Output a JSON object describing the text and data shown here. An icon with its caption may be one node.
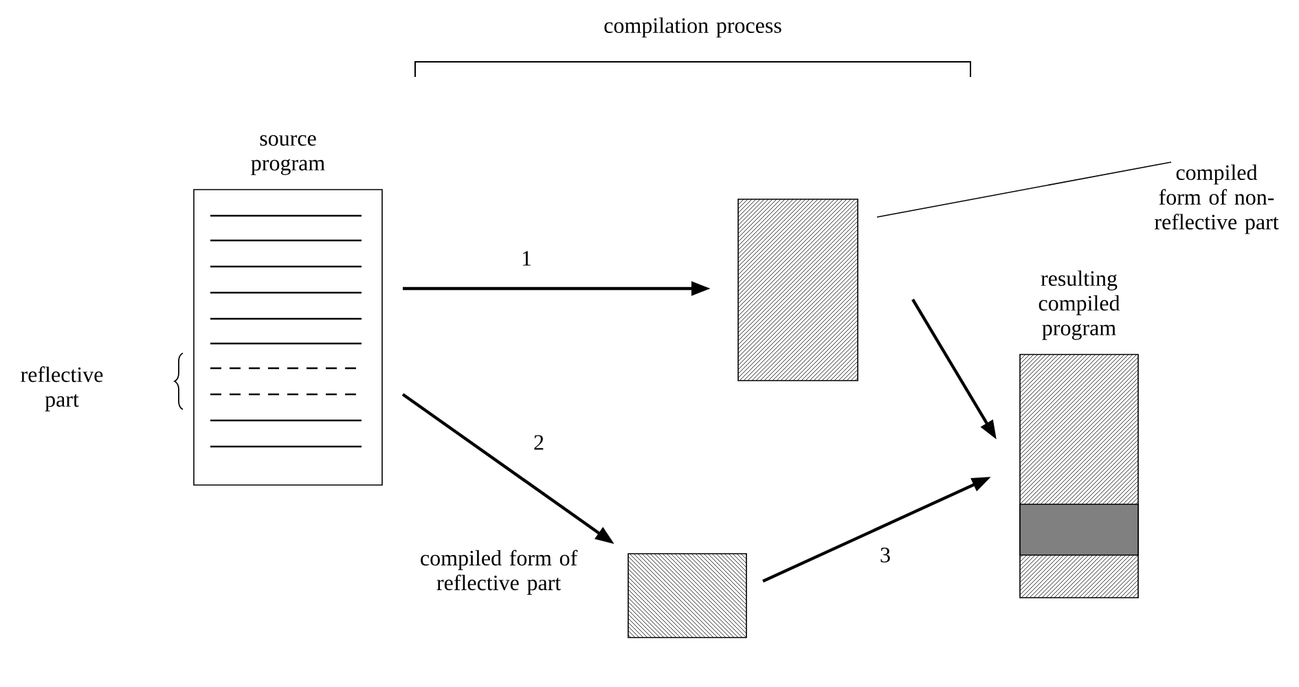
{
  "diagram": {
    "nodes": [
      {
        "text": [
          "source program"
        ]
      },
      {
        "text": [],
        "shape": "box"
      },
      {
        "text": [
          "compiled form of non-reflective part"
        ]
      },
      {
        "text": [
          "compiled form of reflective part"
        ]
      },
      {
        "text": [
          "resulting compiled program"
        ]
      }
    ],
    "edges": [
      {
        "from": 0,
        "to": 1,
        "arrow": "to",
        "label": "1"
      },
      {
        "from": 0,
        "to": 3,
        "arrow": "to",
        "label": "2"
      },
      {
        "from": 1,
        "to": 4,
        "arrow": "to"
      },
      {
        "from": 3,
        "to": 4,
        "arrow": "to",
        "label": "3"
      },
      {
        "from": 2,
        "to": 1,
        "arrow": "none"
      }
    ],
    "labels": [
      "compilation process",
      "reflective part"
    ]
  }
}
